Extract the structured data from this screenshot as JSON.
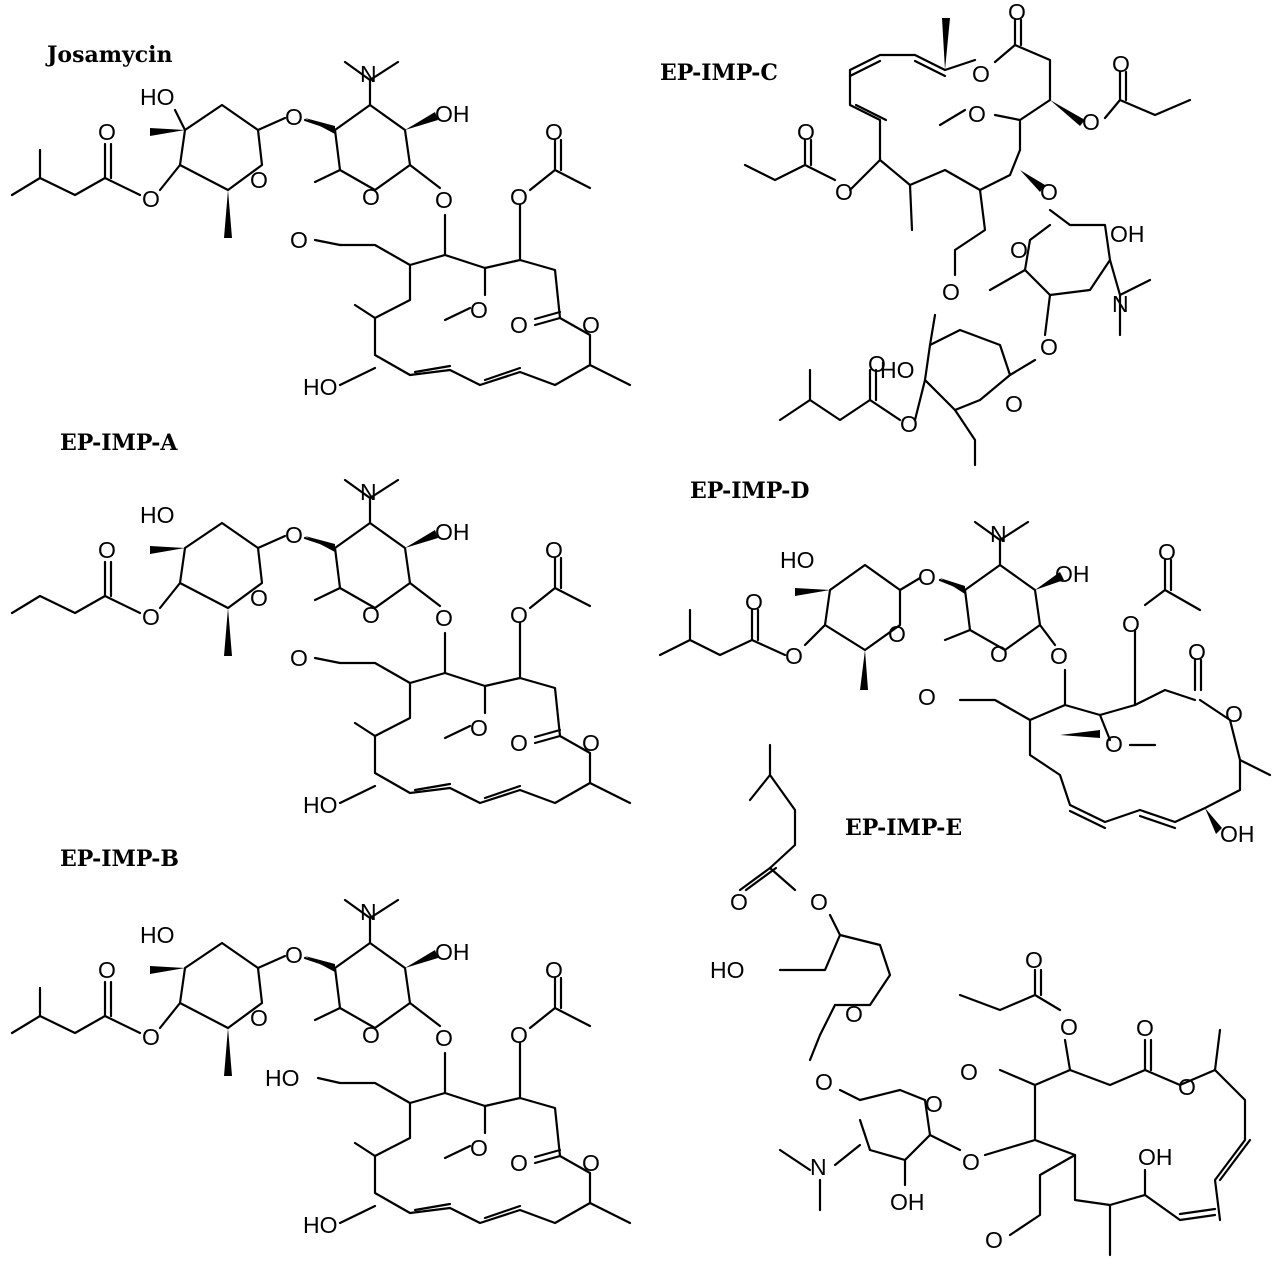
{
  "labels": {
    "josamycin": "Josamycin",
    "imp_a": "EP-IMP-A",
    "imp_b": "EP-IMP-B",
    "imp_c": "EP-IMP-C",
    "imp_d": "EP-IMP-D",
    "imp_e": "EP-IMP-E"
  },
  "atoms": {
    "O": "O",
    "OH": "OH",
    "HO": "HO",
    "N": "N"
  }
}
